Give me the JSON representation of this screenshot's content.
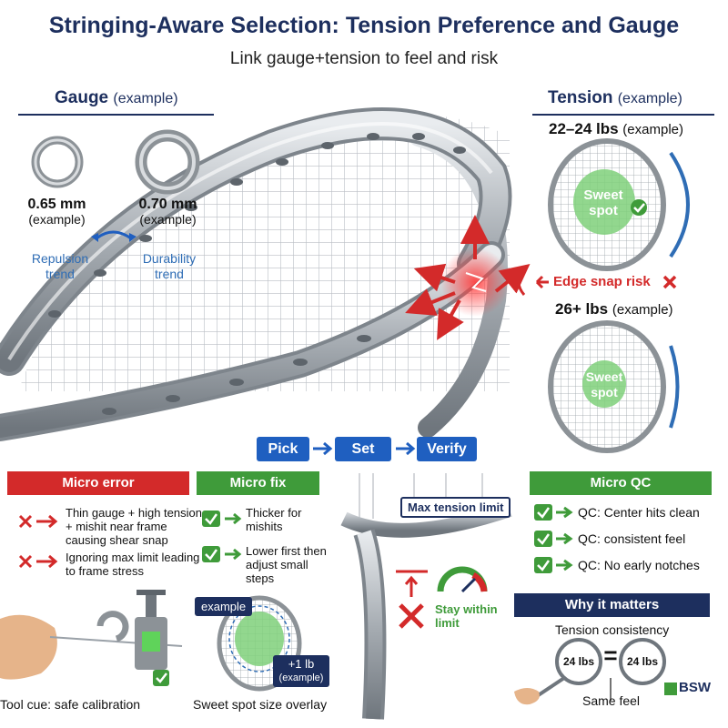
{
  "title": "Stringing-Aware Selection: Tension Preference and Gauge",
  "subtitle": "Link gauge+tension to feel and risk",
  "gauge": {
    "heading": "Gauge",
    "heading_note": "(example)",
    "thin_value": "0.65 mm",
    "thin_note": "(example)",
    "thick_value": "0.70 mm",
    "thick_note": "(example)",
    "left_trend": "Repulsion trend",
    "right_trend": "Durability trend"
  },
  "tension": {
    "heading": "Tension",
    "heading_note": "(example)",
    "range_a": "22–24 lbs",
    "range_a_note": "(example)",
    "sweet_spot_a": "Sweet spot",
    "edge_snap": "Edge snap risk",
    "range_b": "26+ lbs",
    "range_b_note": "(example)",
    "sweet_spot_b": "Sweet spot"
  },
  "steps": [
    "Pick",
    "Set",
    "Verify"
  ],
  "micro_error": {
    "heading": "Micro error",
    "items": [
      "Thin gauge + high tension + mishit near frame causing shear snap",
      "Ignoring max limit leading to frame stress"
    ]
  },
  "micro_fix": {
    "heading": "Micro fix",
    "items": [
      "Thicker for mishits",
      "Lower first then adjust small steps"
    ]
  },
  "center": {
    "callout": "Max tension limit",
    "stay_within": "Stay within limit"
  },
  "micro_qc": {
    "heading": "Micro QC",
    "items": [
      "QC: Center hits clean",
      "QC: consistent feel",
      "QC: No early notches"
    ]
  },
  "why": {
    "heading": "Why it matters",
    "caption": "Tension consistency",
    "left_value": "24 lbs",
    "equals": "=",
    "right_value": "24 lbs",
    "footer": "Same feel"
  },
  "bottom": {
    "tool_cue": "Tool cue: safe calibration",
    "example_tag": "example",
    "plus_lb": "+1 lb",
    "plus_lb_note": "(example)",
    "overlay_caption": "Sweet spot size overlay"
  },
  "logo": {
    "text": "BSW"
  },
  "colors": {
    "navy": "#1d2f5e",
    "red": "#d32a2a",
    "green": "#3f9b3a",
    "blue": "#1f5fc0",
    "sweet_green": "#7fd07a"
  }
}
